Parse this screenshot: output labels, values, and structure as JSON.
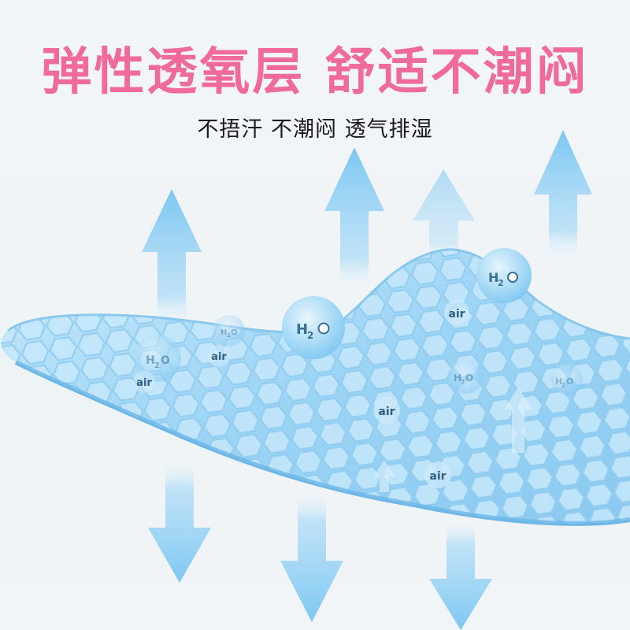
{
  "headline": "弹性透氧层 舒适不潮闷",
  "subline": "不捂汗 不潮闷 透气排湿",
  "labels": {
    "air": "air",
    "h2o_h": "H",
    "h2o_2": "2",
    "h2o_o": "O"
  },
  "colors": {
    "headline": "#f06a9b",
    "subline": "#1a1a1a",
    "arrow": "#7cc7f2",
    "insole": "#8ccff5",
    "insole_edge": "#63b8ea",
    "hex": "#a6dcf8",
    "bubble": "#9ed6f6",
    "label": "#3b6f93"
  }
}
